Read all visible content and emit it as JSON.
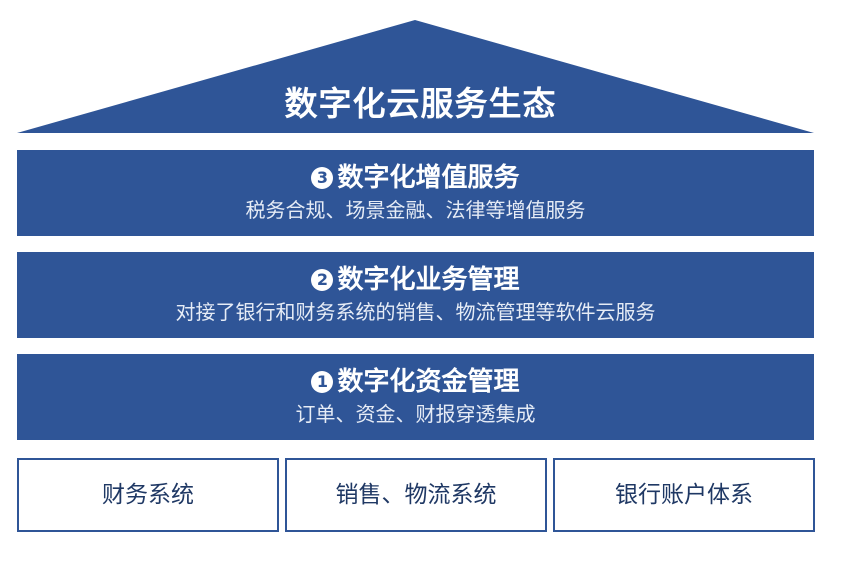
{
  "colors": {
    "primary": "#2f5597",
    "text_on_primary": "#ffffff",
    "system_text": "#1f3864"
  },
  "roof": {
    "title": "数字化云服务生态"
  },
  "layers": [
    {
      "number": "3",
      "title": "数字化增值服务",
      "description": "税务合规、场景金融、法律等增值服务"
    },
    {
      "number": "2",
      "title": "数字化业务管理",
      "description": "对接了银行和财务系统的销售、物流管理等软件云服务"
    },
    {
      "number": "1",
      "title": "数字化资金管理",
      "description": "订单、资金、财报穿透集成"
    }
  ],
  "systems": [
    {
      "label": "财务系统"
    },
    {
      "label": "销售、物流系统"
    },
    {
      "label": "银行账户体系"
    }
  ]
}
